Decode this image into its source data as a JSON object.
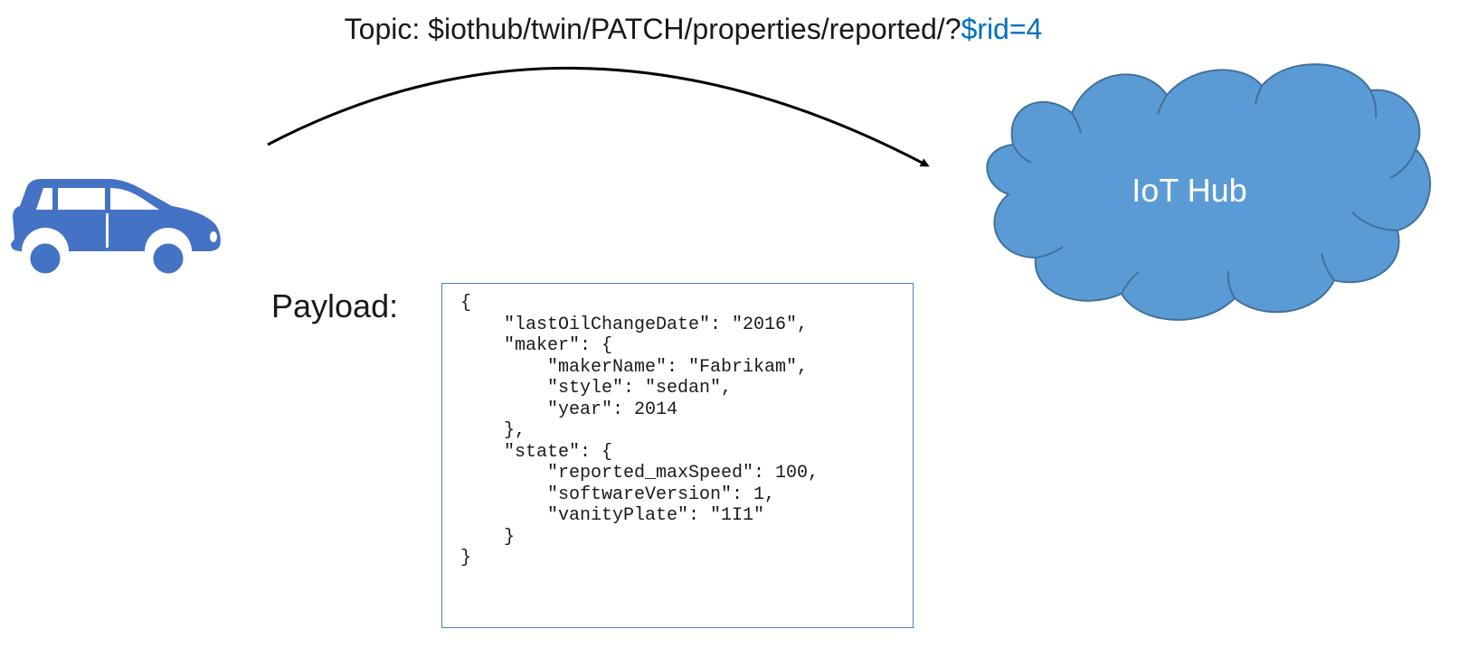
{
  "topic": {
    "prefix": "Topic: $iothub/twin/PATCH/properties/reported/?",
    "rid": "$rid=4"
  },
  "cloud": {
    "label": "IoT Hub",
    "fill": "#5b9bd5",
    "stroke": "#41719c"
  },
  "car": {
    "icon": "car-icon",
    "color": "#4472c4"
  },
  "payload": {
    "label": "Payload:",
    "lines": [
      "{",
      "    \"lastOilChangeDate\": \"2016\",",
      "    \"maker\": {",
      "        \"makerName\": \"Fabrikam\",",
      "        \"style\": \"sedan\",",
      "        \"year\": 2014",
      "    },",
      "    \"state\": {",
      "        \"reported_maxSpeed\": 100,",
      "        \"softwareVersion\": 1,",
      "        \"vanityPlate\": \"1I1\"",
      "    }",
      "}"
    ]
  },
  "colors": {
    "rid": "#0070c0",
    "code_border": "#4a80c4"
  }
}
